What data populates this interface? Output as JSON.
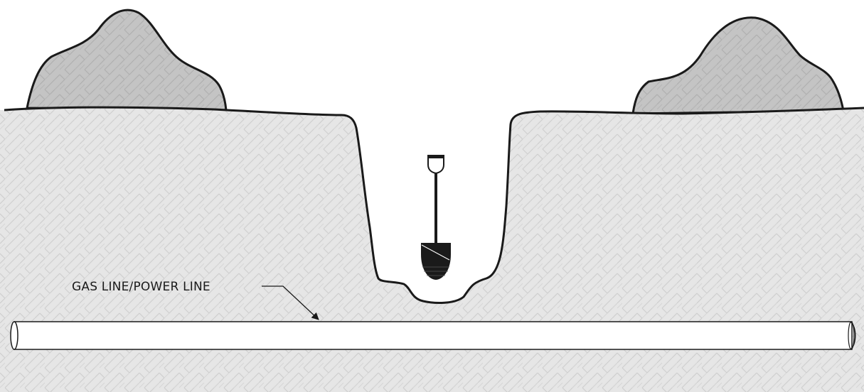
{
  "diagram": {
    "callout": {
      "label": "GAS LINE/POWER LINE"
    },
    "elements": {
      "ground": "soil-cross-section",
      "left_mound": "excavated-dirt-pile",
      "right_mound": "excavated-dirt-pile",
      "trench": "dug-hole",
      "tool": "shovel-icon",
      "utility": "buried-pipe"
    }
  },
  "colors": {
    "soil": "#e6e6e6",
    "mound": "#c4c4c4",
    "outline": "#1a1a1a",
    "pipe": "#ffffff",
    "shovel": "#1a1a1a",
    "background": "#ffffff"
  }
}
